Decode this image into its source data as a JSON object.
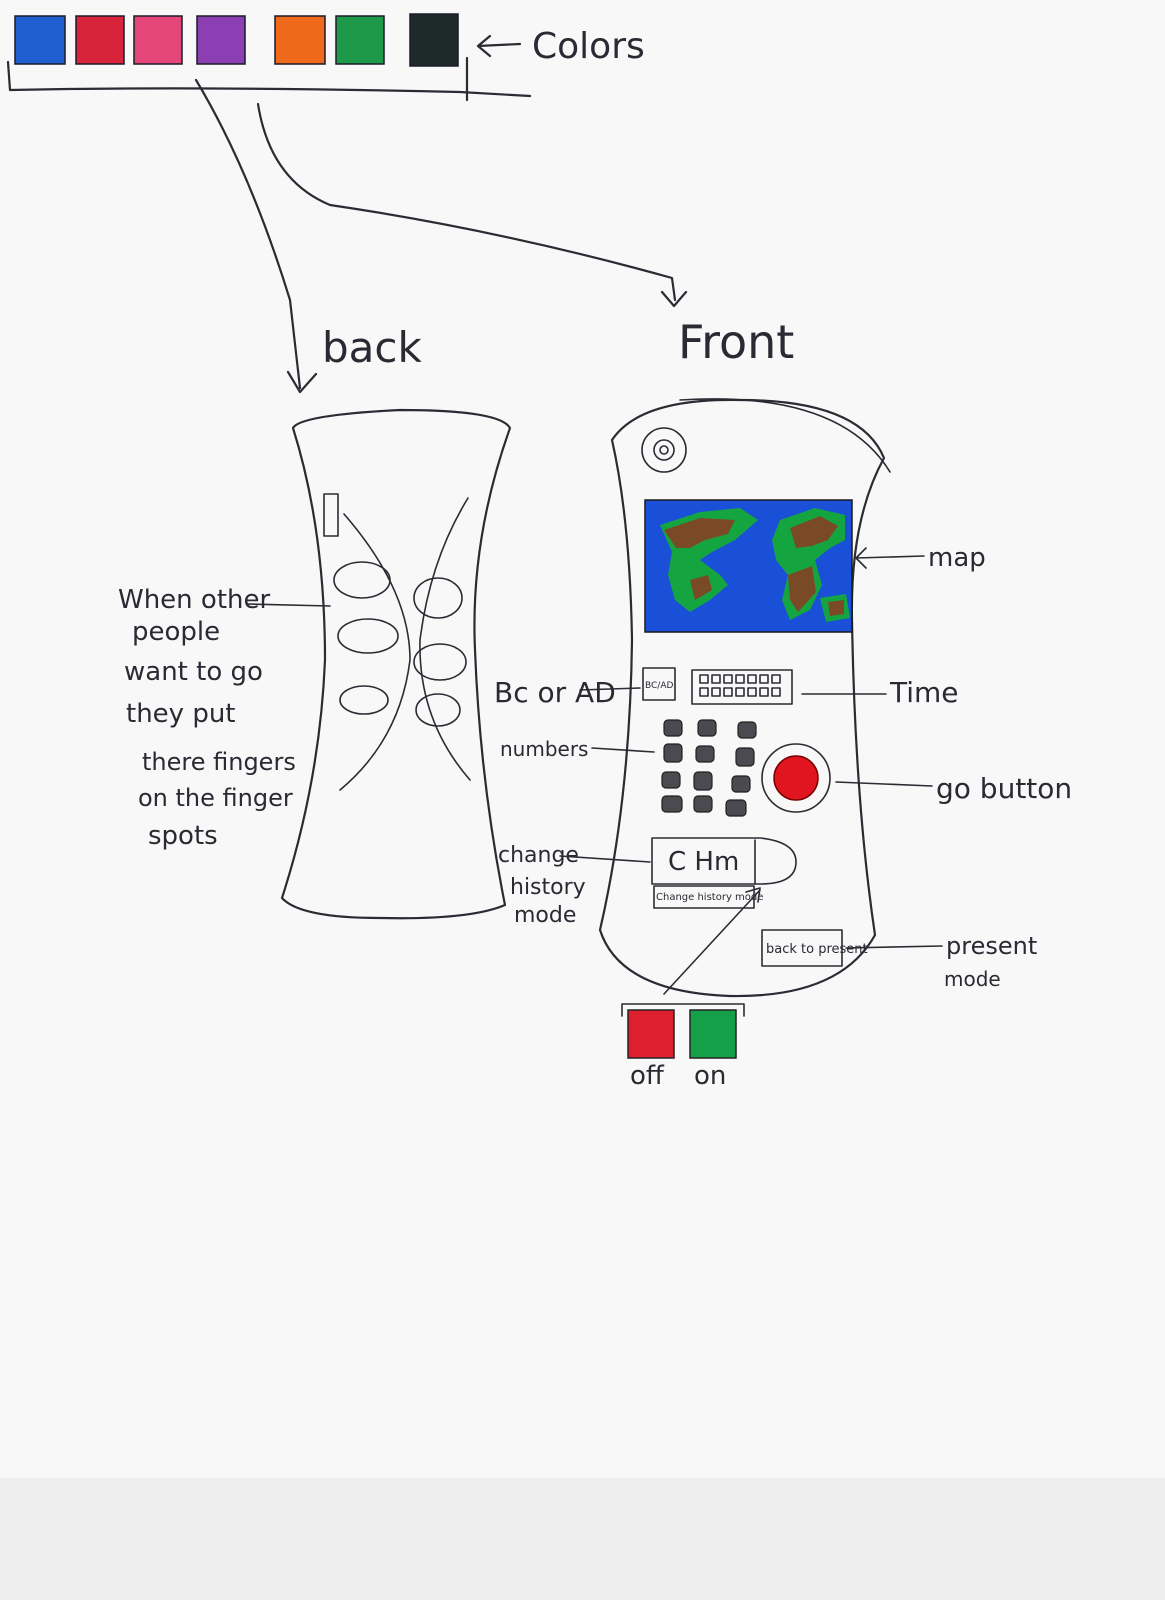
{
  "palette": {
    "label": "Colors",
    "swatches": [
      {
        "name": "blue-swatch",
        "color": "#1f5fd0"
      },
      {
        "name": "red-swatch",
        "color": "#d8243a"
      },
      {
        "name": "pink-swatch",
        "color": "#e4467a"
      },
      {
        "name": "purple-swatch",
        "color": "#8b3fb2"
      },
      {
        "name": "orange-swatch",
        "color": "#ee6a1a"
      },
      {
        "name": "green-swatch",
        "color": "#1c9a4a"
      },
      {
        "name": "black-swatch",
        "color": "#1e2a2a"
      }
    ]
  },
  "back": {
    "title": "back",
    "note_lines": [
      "When other",
      "people",
      "want to go",
      "they put",
      "there fingers",
      "on the finger",
      "spots"
    ]
  },
  "front": {
    "title": "Front",
    "bc_ad_button": "BC/AD",
    "chm_label": "C Hm",
    "chm_caption": "Change history mode",
    "back_to_present_label": "back to present",
    "callouts": {
      "map": "map",
      "bc_ad": "Bc or AD",
      "time": "Time",
      "numbers": "numbers",
      "go_button": "go button",
      "change_history_mode": [
        "change",
        "history",
        "mode"
      ],
      "present_mode": [
        "present",
        "mode"
      ]
    }
  },
  "power": {
    "off_label": "off",
    "on_label": "on",
    "off_color": "#dd1f2e",
    "on_color": "#14a048"
  },
  "map_colors": {
    "ocean": "#1a4fd8",
    "land_green": "#15a540",
    "land_brown": "#7a4a26"
  },
  "go_button_color": "#e0151f"
}
